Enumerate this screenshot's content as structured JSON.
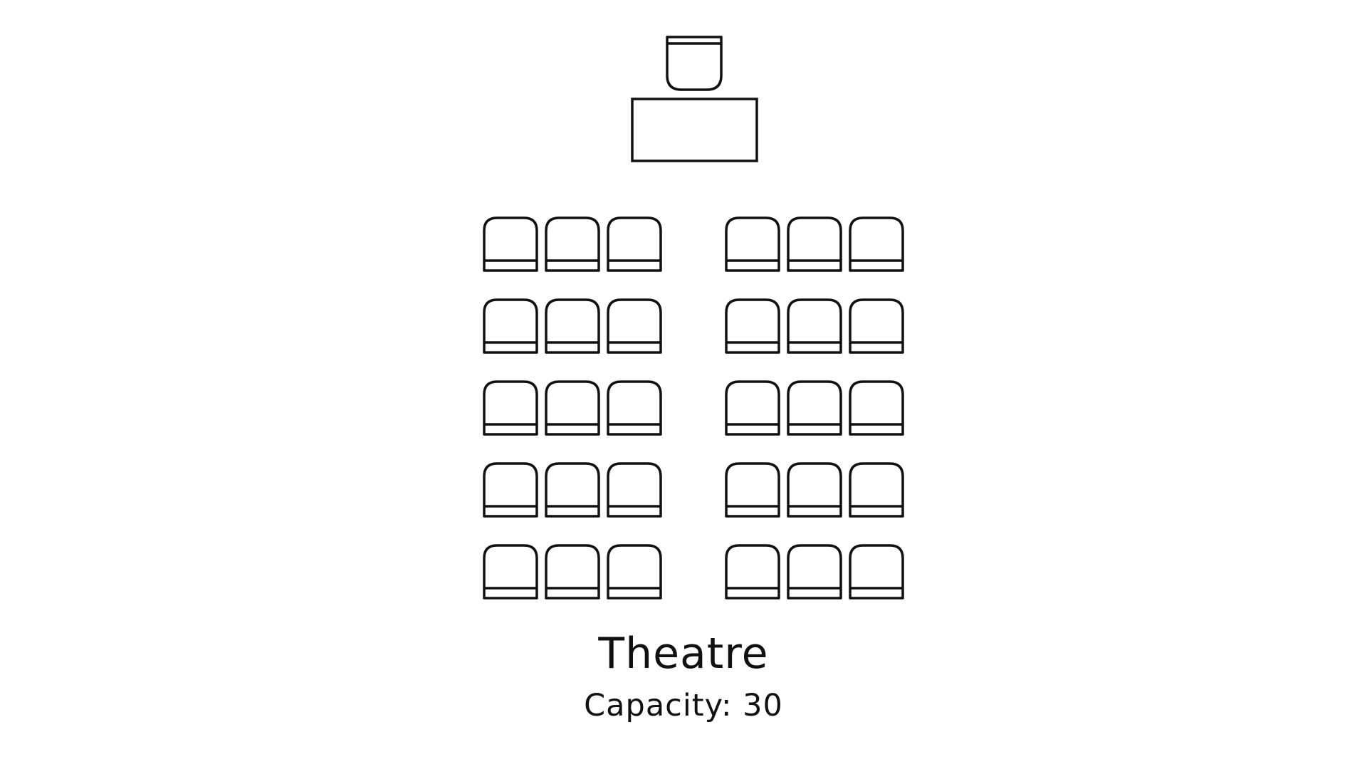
{
  "layout": {
    "name": "Theatre",
    "capacity_text": "Capacity: 30",
    "capacity": 30,
    "blocks": 2,
    "rows_per_block": 5,
    "seats_per_row_per_block": 3
  },
  "colors": {
    "stroke": "#111111",
    "background": "#ffffff",
    "text": "#111111"
  },
  "icons": {
    "presenter": "presenter-chair-icon",
    "table": "presenter-table-icon",
    "seat": "seat-icon"
  }
}
